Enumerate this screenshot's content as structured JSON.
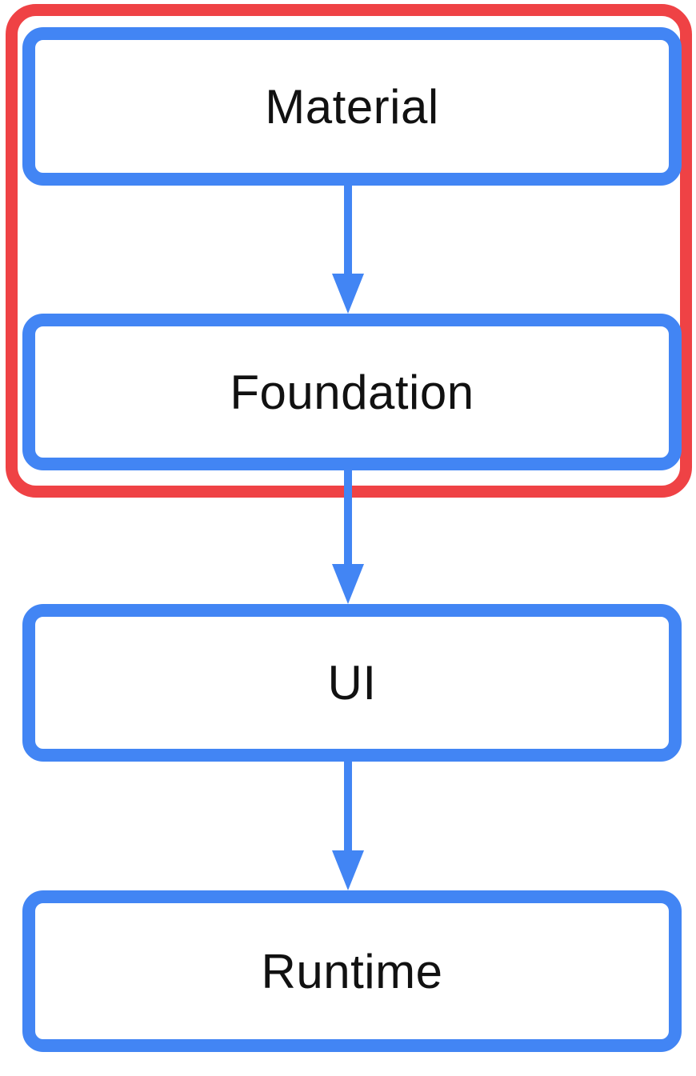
{
  "colors": {
    "box_border": "#4285F4",
    "group_outline": "#EF4245",
    "label_text": "#111111",
    "background": "#FFFFFF"
  },
  "boxes": [
    {
      "id": "material",
      "label": "Material"
    },
    {
      "id": "foundation",
      "label": "Foundation"
    },
    {
      "id": "ui",
      "label": "UI"
    },
    {
      "id": "runtime",
      "label": "Runtime"
    }
  ],
  "group": {
    "contains": [
      "Material",
      "Foundation"
    ]
  },
  "arrows": [
    {
      "from": "Material",
      "to": "Foundation"
    },
    {
      "from": "Foundation",
      "to": "UI"
    },
    {
      "from": "UI",
      "to": "Runtime"
    }
  ]
}
